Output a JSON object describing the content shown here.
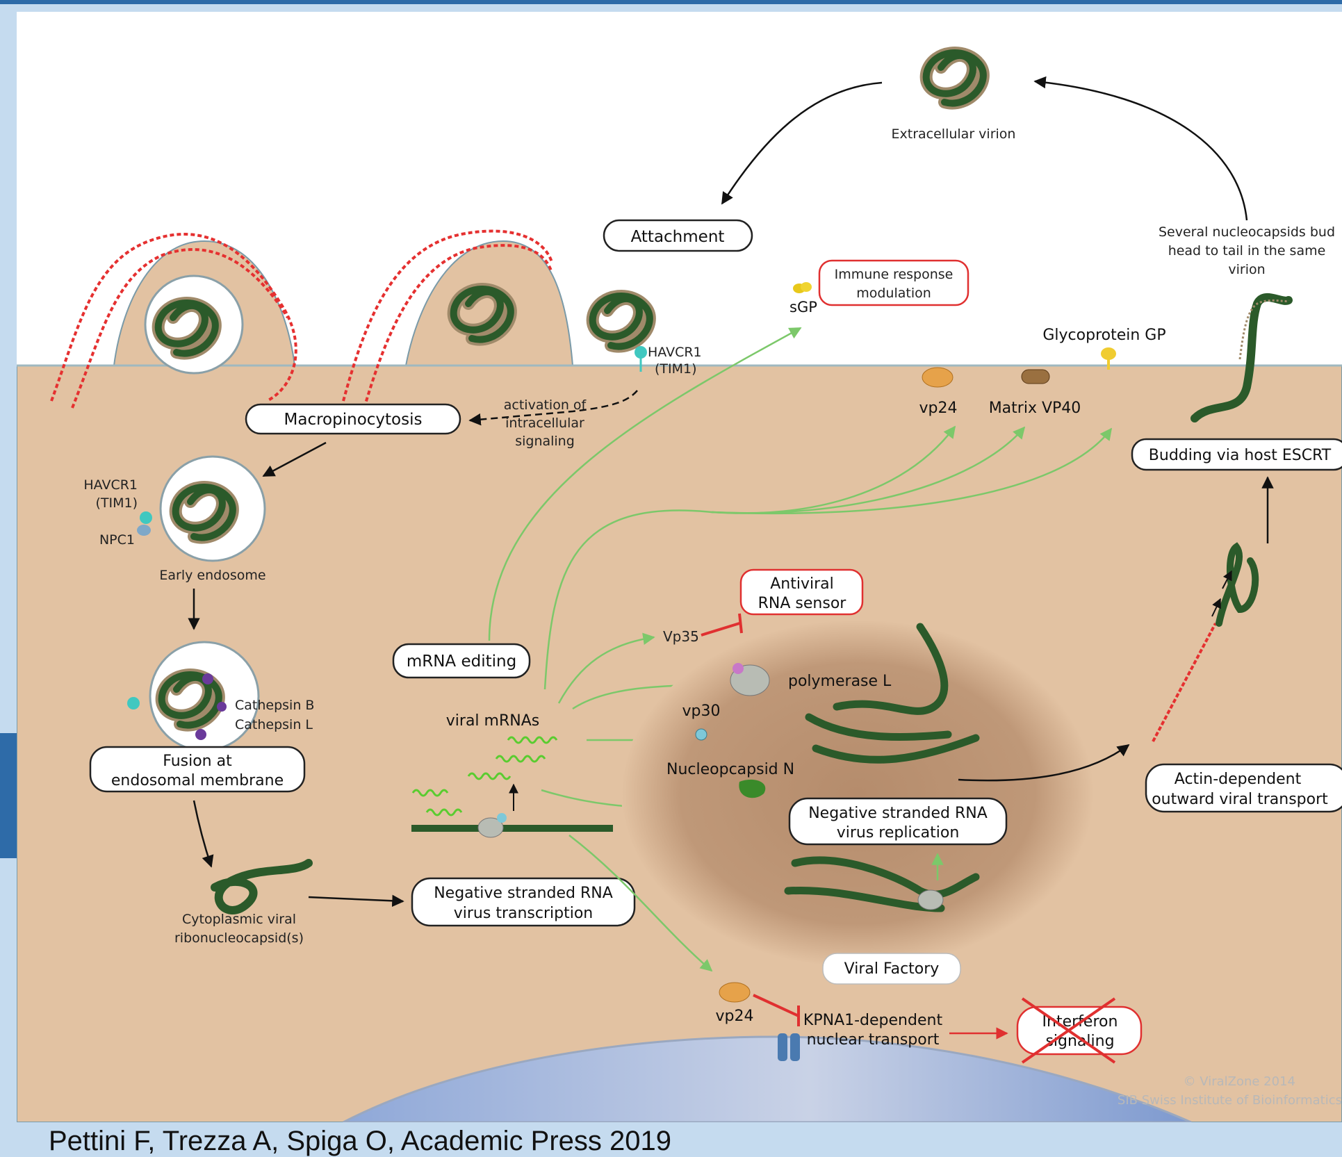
{
  "citation": "Pettini F, Trezza A, Spiga O, Academic Press 2019",
  "copyright": {
    "line1": "© ViralZone 2014",
    "line2": "SIB Swiss Institute of Bioinformatics"
  },
  "labels": {
    "extracellular_virion": "Extracellular virion",
    "attachment": "Attachment",
    "several_line1": "Several nucleocapsids bud",
    "several_line2": "head to tail in the same",
    "several_line3": "virion",
    "immune_line1": "Immune response",
    "immune_line2": "modulation",
    "sgp": "sGP",
    "havcr1": "HAVCR1",
    "tim1": "(TIM1)",
    "glycoprotein": "Glycoprotein GP",
    "vp24_top": "vp24",
    "matrix": "Matrix VP40",
    "macropinocytosis": "Macropinocytosis",
    "activation_line1": "activation of",
    "activation_line2": "intracellular",
    "activation_line3": "signaling",
    "havcr1_endo": "HAVCR1",
    "tim1_endo": "(TIM1)",
    "npc1": "NPC1",
    "early_endosome": "Early endosome",
    "budding": "Budding via host ESCRT",
    "antiviral_line1": "Antiviral",
    "antiviral_line2": "RNA sensor",
    "vp35": "Vp35",
    "mrna_editing": "mRNA editing",
    "polymerase": "polymerase L",
    "viral_mrnas": "viral mRNAs",
    "vp30": "vp30",
    "cathepsin_b": "Cathepsin B",
    "cathepsin_l": "Cathepsin L",
    "fusion_line1": "Fusion at",
    "fusion_line2": "endosomal membrane",
    "nucleocapsid": "Nucleopcapsid N",
    "replication_line1": "Negative stranded RNA",
    "replication_line2": "virus replication",
    "actin_line1": "Actin-dependent",
    "actin_line2": "outward  viral transport",
    "transcription_line1": "Negative stranded RNA",
    "transcription_line2": "virus transcription",
    "cytoplasmic_line1": "Cytoplasmic viral",
    "cytoplasmic_line2": "ribonucleocapsid(s)",
    "viral_factory": "Viral Factory",
    "vp24_bottom": "vp24",
    "kpna1_line1": "KPNA1-dependent",
    "kpna1_line2": "nuclear transport",
    "interferon_line1": "Interferon",
    "interferon_line2": "signaling"
  }
}
